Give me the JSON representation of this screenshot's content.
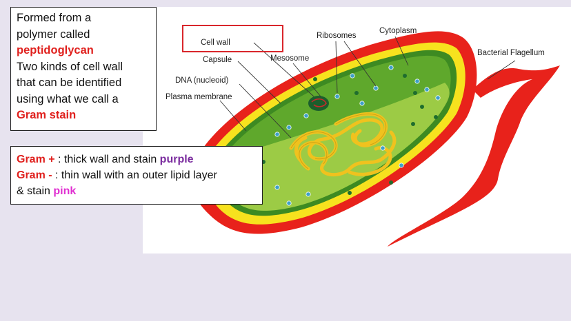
{
  "info_box": {
    "line1": "Formed from a",
    "line2": "polymer called",
    "term": "peptidoglycan",
    "line3": "Two kinds of cell wall",
    "line4": "that can be identified",
    "line5": "using what we call a",
    "stain": "Gram stain"
  },
  "gram_box": {
    "pos_label": "Gram +",
    "pos_text": " : thick wall and stain ",
    "pos_color_word": "purple",
    "neg_label": "Gram -",
    "neg_text": " : thin wall with an outer lipid layer",
    "neg_text2": "& stain ",
    "neg_color_word": "pink"
  },
  "labels": {
    "cell_wall": "Cell wall",
    "capsule": "Capsule",
    "mesosome": "Mesosome",
    "ribosomes": "Ribosomes",
    "cytoplasm": "Cytoplasm",
    "flagellum": "Bacterial Flagellum",
    "dna": "DNA (nucleoid)",
    "plasma_membrane": "Plasma membrane"
  },
  "colors": {
    "capsule": "#e8221b",
    "cell_wall": "#f7e21e",
    "cytoplasm": "#5fa82c",
    "dna": "#f0c21e",
    "highlight": "#d9262b",
    "background": "#e7e3ef"
  }
}
